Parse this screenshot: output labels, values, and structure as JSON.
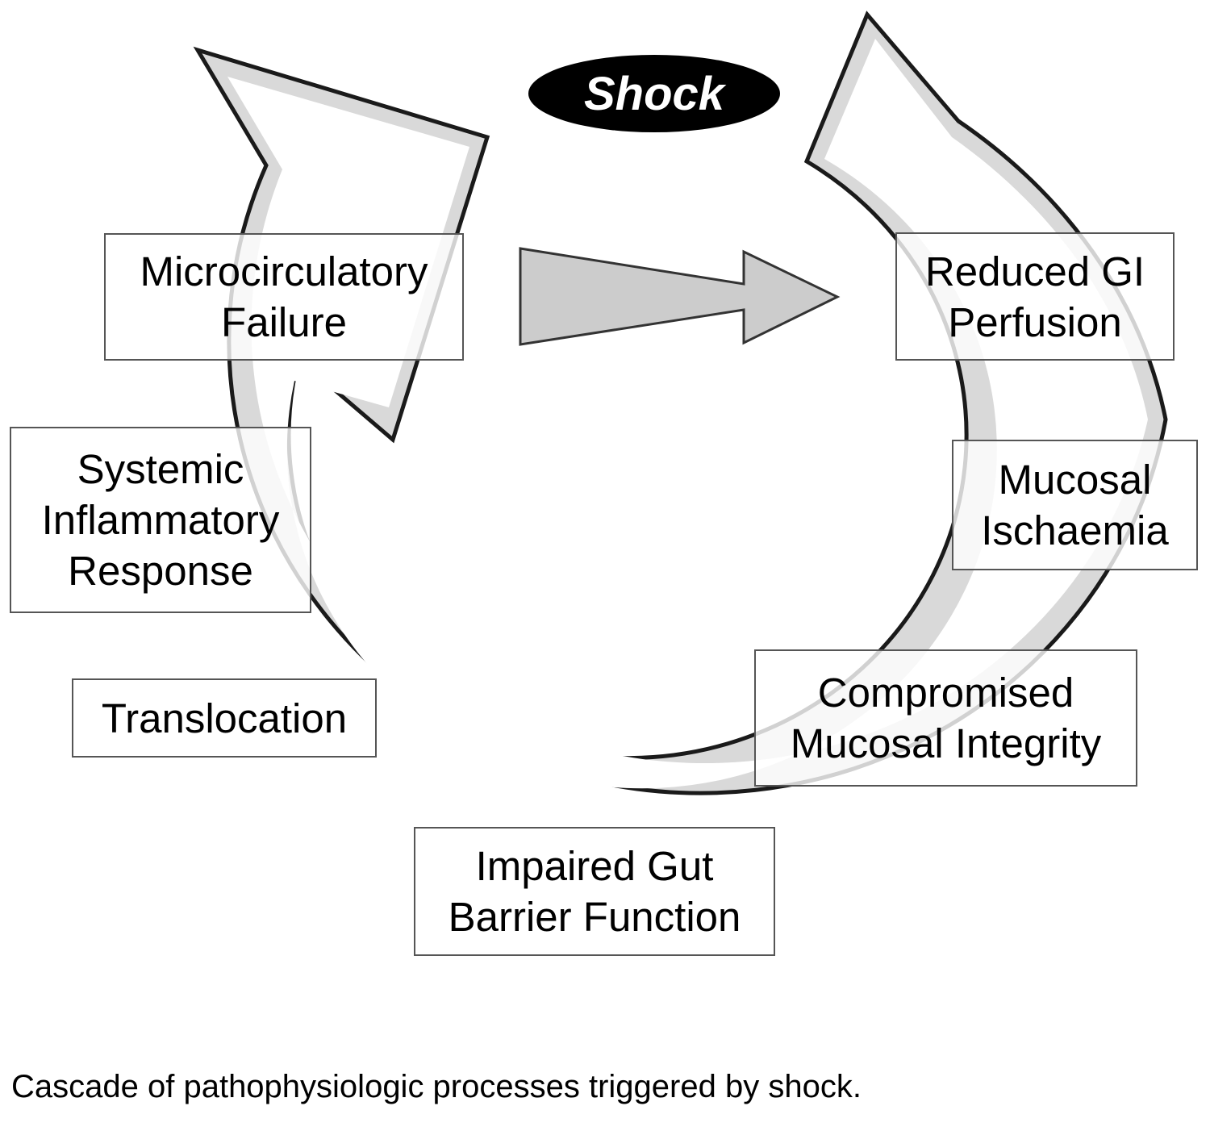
{
  "title": "Shock",
  "caption": "Cascade of pathophysiologic processes triggered by shock.",
  "colors": {
    "ring_fill": "#d9d9d9",
    "ring_stroke": "#1a1a1a",
    "shock_fill": "#000000",
    "shock_text": "#ffffff",
    "box_border": "#555555",
    "center_arrow_fill": "#cccccc"
  },
  "nodes": [
    {
      "id": "reduced-gi-perfusion",
      "lines": [
        "Reduced GI",
        "Perfusion"
      ]
    },
    {
      "id": "mucosal-ischaemia",
      "lines": [
        "Mucosal",
        "Ischaemia"
      ]
    },
    {
      "id": "compromised-mucosal-integrity",
      "lines": [
        "Compromised",
        "Mucosal Integrity"
      ]
    },
    {
      "id": "impaired-gut-barrier-function",
      "lines": [
        "Impaired Gut",
        "Barrier Function"
      ]
    },
    {
      "id": "translocation",
      "lines": [
        "Translocation"
      ]
    },
    {
      "id": "systemic-inflammatory-response",
      "lines": [
        "Systemic",
        "Inflammatory",
        "Response"
      ]
    },
    {
      "id": "microcirculatory-failure",
      "lines": [
        "Microcirculatory",
        "Failure"
      ]
    }
  ]
}
